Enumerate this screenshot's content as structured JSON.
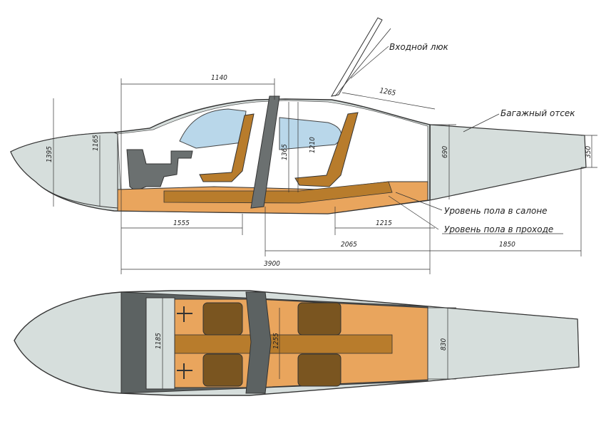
{
  "colors": {
    "skin": "#d6dedc",
    "cabin_floor": "#e9a55d",
    "seat": "#b87c2c",
    "seat_top": "#7a5520",
    "console": "#5c6262",
    "glass": "#b9d7ea",
    "outline": "#333333"
  },
  "labels": {
    "entry_hatch": "Входной люк",
    "baggage": "Багажный отсек",
    "floor_cabin": "Уровень пола в салоне",
    "floor_aisle": "Уровень пола в проходе"
  },
  "dimensions": {
    "d1140": "1140",
    "d1265": "1265",
    "d1395": "1395",
    "d1165": "1165",
    "d1365": "1365",
    "d1210": "1210",
    "d690": "690",
    "d350": "350",
    "d1555": "1555",
    "d1215": "1215",
    "d2065": "2065",
    "d1850": "1850",
    "d3900": "3900",
    "d1185": "1185",
    "d1255": "1255",
    "d830": "830"
  }
}
